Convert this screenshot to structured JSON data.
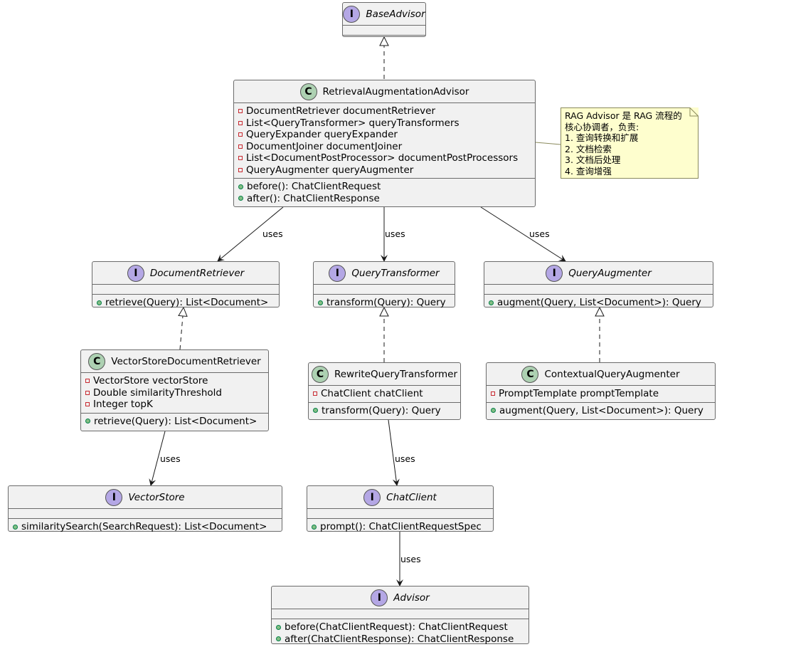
{
  "classes": {
    "base_advisor": {
      "name": "BaseAdvisor",
      "badge": "I"
    },
    "retrieval_advisor": {
      "name": "RetrievalAugmentationAdvisor",
      "badge": "C",
      "fields": [
        "DocumentRetriever documentRetriever",
        "List<QueryTransformer> queryTransformers",
        "QueryExpander queryExpander",
        "DocumentJoiner documentJoiner",
        "List<DocumentPostProcessor> documentPostProcessors",
        "QueryAugmenter queryAugmenter"
      ],
      "methods": [
        "before(): ChatClientRequest",
        "after(): ChatClientResponse"
      ]
    },
    "document_retriever": {
      "name": "DocumentRetriever",
      "badge": "I",
      "methods": [
        "retrieve(Query): List<Document>"
      ]
    },
    "query_transformer": {
      "name": "QueryTransformer",
      "badge": "I",
      "methods": [
        "transform(Query): Query"
      ]
    },
    "query_augmenter": {
      "name": "QueryAugmenter",
      "badge": "I",
      "methods": [
        "augment(Query, List<Document>): Query"
      ]
    },
    "vector_store_retriever": {
      "name": "VectorStoreDocumentRetriever",
      "badge": "C",
      "fields": [
        "VectorStore vectorStore",
        "Double similarityThreshold",
        "Integer topK"
      ],
      "methods": [
        "retrieve(Query): List<Document>"
      ]
    },
    "rewrite_transformer": {
      "name": "RewriteQueryTransformer",
      "badge": "C",
      "fields": [
        "ChatClient chatClient"
      ],
      "methods": [
        "transform(Query): Query"
      ]
    },
    "contextual_augmenter": {
      "name": "ContextualQueryAugmenter",
      "badge": "C",
      "fields": [
        "PromptTemplate promptTemplate"
      ],
      "methods": [
        "augment(Query, List<Document>): Query"
      ]
    },
    "vector_store": {
      "name": "VectorStore",
      "badge": "I",
      "methods": [
        "similaritySearch(SearchRequest): List<Document>"
      ]
    },
    "chat_client": {
      "name": "ChatClient",
      "badge": "I",
      "methods": [
        "prompt(): ChatClientRequestSpec"
      ]
    },
    "advisor": {
      "name": "Advisor",
      "badge": "I",
      "methods": [
        "before(ChatClientRequest): ChatClientRequest",
        "after(ChatClientResponse): ChatClientResponse"
      ]
    }
  },
  "note": {
    "lines": [
      "RAG Advisor 是 RAG 流程的",
      "核心协调者，负责:",
      "1. 查询转换和扩展",
      "2. 文档检索",
      "3. 文档后处理",
      "4. 查询增强"
    ]
  },
  "edges": {
    "uses_label": "uses"
  },
  "colors": {
    "class_fill": "#f1f1f1",
    "interface_badge": "#b4a7e5",
    "class_badge": "#add1b2",
    "note_fill": "#fefece",
    "line": "#181818"
  }
}
